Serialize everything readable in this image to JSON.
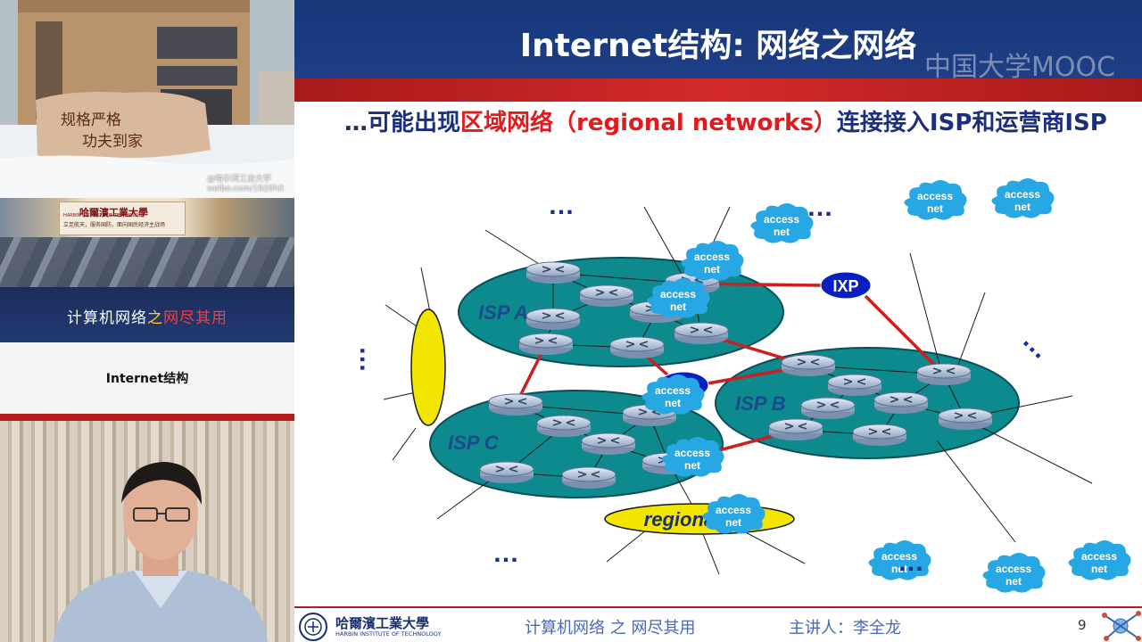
{
  "left_panel": {
    "weibo_line1": "@哈尔滨工业大学",
    "weibo_line2": "weibo.com/1920hit",
    "banner": {
      "university": "哈爾濱工業大學",
      "university_en": "HARBIN INSTITUTE OF TECHNOLOGY",
      "motto": "立足航天，服务国防，面向国民经济主战场"
    },
    "course_title_part1": "计算机网络",
    "course_title_part2": "之",
    "course_title_part3": "网尽其用",
    "chapter": "Internet结构"
  },
  "slide": {
    "title": "Internet结构: 网络之网络",
    "watermark": "中国大学MOOC",
    "bullet_prefix": "…可能出现",
    "bullet_red": "区域网络（regional networks）",
    "bullet_suffix": "连接接入ISP和运营商ISP",
    "diagram": {
      "access_label_line1": "access",
      "access_label_line2": "net",
      "isp_a": "ISP A",
      "isp_b": "ISP B",
      "isp_c": "ISP C",
      "ixp": "IXP",
      "regional_net": "regional net",
      "ellipsis": "…"
    },
    "footer": {
      "logo_cn": "哈爾濱工業大學",
      "logo_en": "HARBIN INSTITUTE OF TECHNOLOGY",
      "course": "计算机网络 之 网尽其用",
      "lecturer": "主讲人：李全龙",
      "page": "9"
    }
  },
  "colors": {
    "header_blue": "#1e3f86",
    "accent_red": "#b51c1c",
    "isp_teal": "#0d8a8e",
    "ixp_blue": "#0a1fc2",
    "regional_yellow": "#f2e600",
    "access_cloud": "#27a7e4",
    "link_red": "#cc1f1f"
  }
}
